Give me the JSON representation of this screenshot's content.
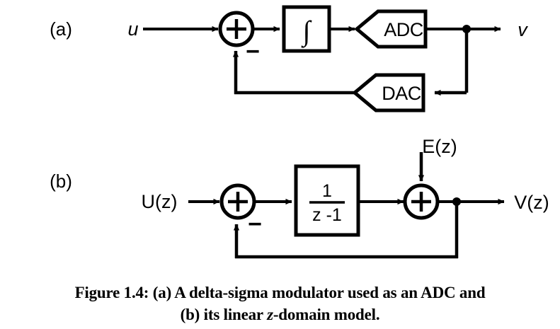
{
  "figure": {
    "caption_line1": "Figure 1.4:  (a) A delta-sigma modulator used as an ADC and",
    "caption_line2_pre": "(b) its linear ",
    "caption_line2_z": "z",
    "caption_line2_post": "-domain model."
  },
  "panel_a": {
    "label": "(a)",
    "input_signal": "u",
    "output_signal": "v",
    "integrator_symbol": "∫",
    "adc_label": "ADC",
    "dac_label": "DAC",
    "summer_plus": "+",
    "summer_minus": "−"
  },
  "panel_b": {
    "label": "(b)",
    "input_signal": "U(z)",
    "output_signal": "V(z)",
    "noise_signal": "E(z)",
    "transfer_numerator": "1",
    "transfer_denominator": "z -1",
    "summer1_plus": "+",
    "summer1_minus": "−",
    "summer2_plus": "+"
  },
  "style": {
    "ink": "#000000",
    "paper": "#ffffff"
  }
}
